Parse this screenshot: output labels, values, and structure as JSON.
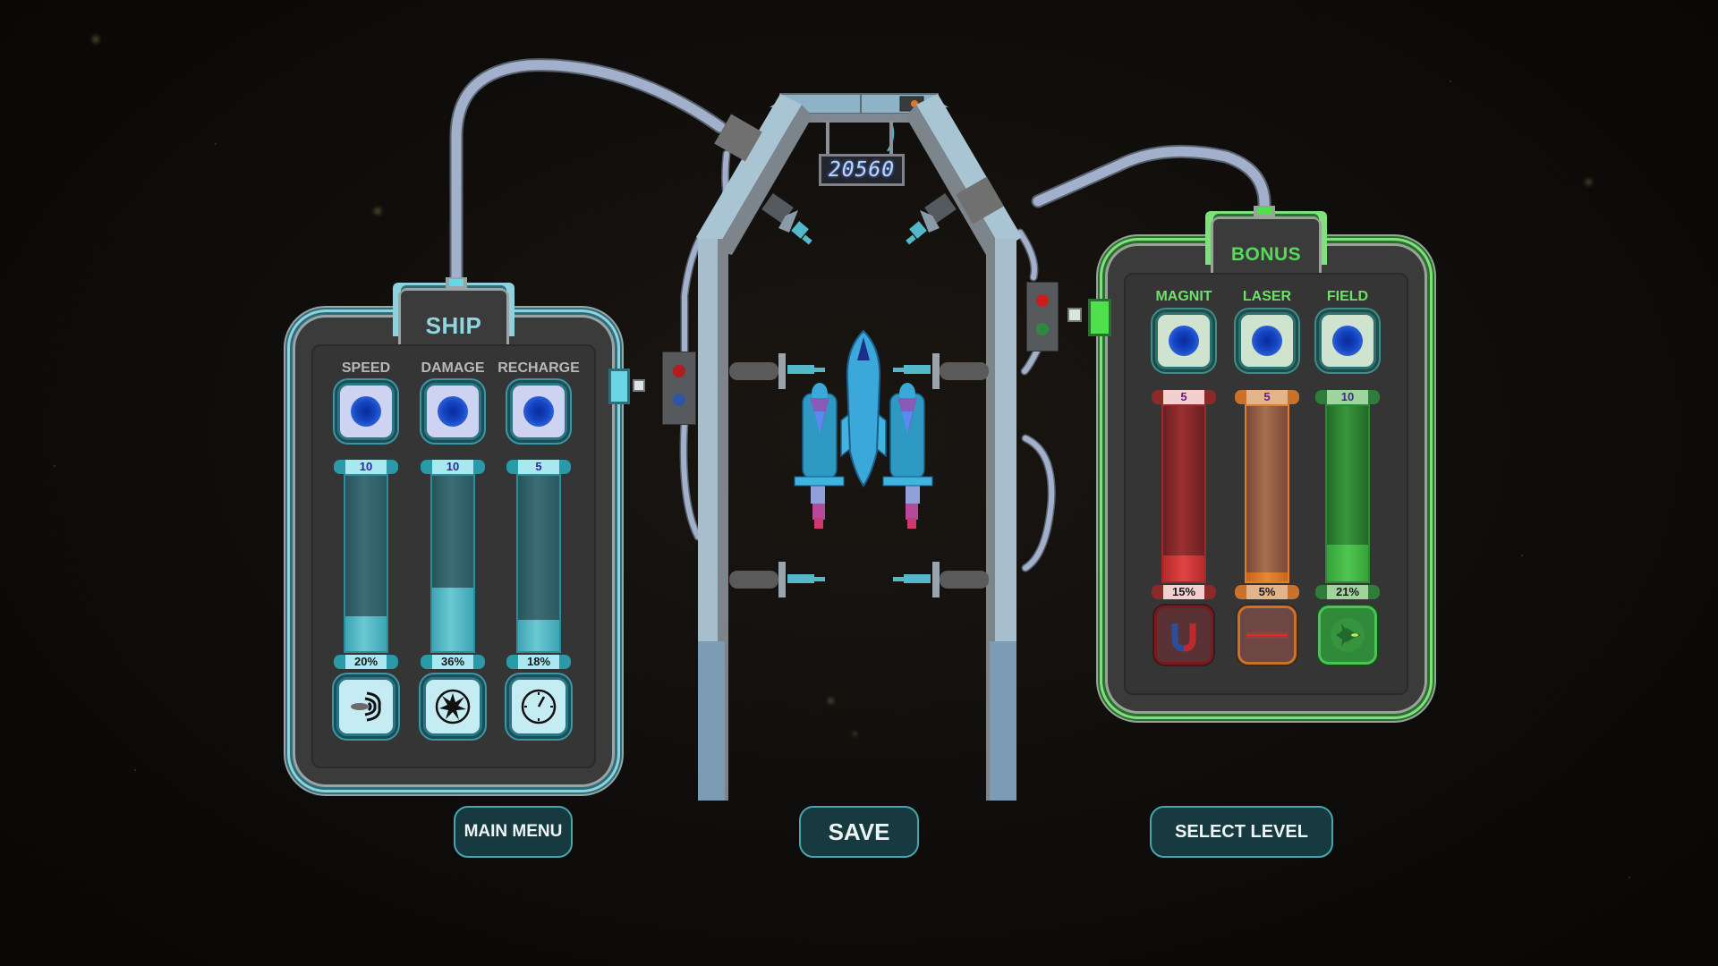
{
  "score_counter": "20560",
  "ship_panel": {
    "title": "SHIP",
    "accent_color": "#8fd7e0",
    "stats": [
      {
        "label": "SPEED",
        "level": "10",
        "percent": "20%",
        "fill": 20,
        "icon": "speed-comet-icon"
      },
      {
        "label": "DAMAGE",
        "level": "10",
        "percent": "36%",
        "fill": 36,
        "icon": "explosion-icon"
      },
      {
        "label": "RECHARGE",
        "level": "5",
        "percent": "18%",
        "fill": 18,
        "icon": "stopwatch-icon"
      }
    ]
  },
  "bonus_panel": {
    "title": "BONUS",
    "accent_color": "#57d95a",
    "stats": [
      {
        "label": "MAGNIT",
        "level": "5",
        "percent": "15%",
        "fill": 15,
        "icon": "magnet-icon",
        "color": "#c83232"
      },
      {
        "label": "LASER",
        "level": "5",
        "percent": "5%",
        "fill": 5,
        "icon": "laser-beam-icon",
        "color": "#e07f2a"
      },
      {
        "label": "FIELD",
        "level": "10",
        "percent": "21%",
        "fill": 21,
        "icon": "shield-field-ship-icon",
        "color": "#3fae45"
      }
    ]
  },
  "buttons": {
    "main_menu": "MAIN MENU",
    "save": "SAVE",
    "select_level": "SELECT LEVEL"
  }
}
